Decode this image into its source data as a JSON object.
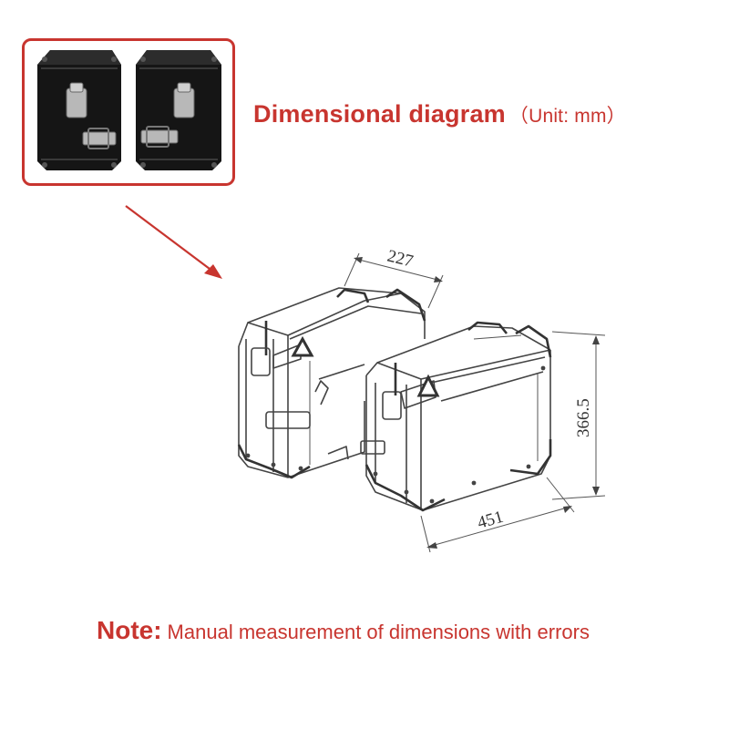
{
  "title": {
    "main": "Dimensional diagram",
    "unit": "（Unit: mm）"
  },
  "dimensions": {
    "depth": "227",
    "height": "366.5",
    "width": "451"
  },
  "note": {
    "label": "Note:",
    "text": "Manual measurement of dimensions with errors"
  },
  "colors": {
    "accent": "#c8352f",
    "line": "#444444",
    "photo_case": "#151515",
    "photo_latch": "#b8b8b8"
  },
  "icons": {
    "pointer": "arrow-down-right-icon"
  }
}
